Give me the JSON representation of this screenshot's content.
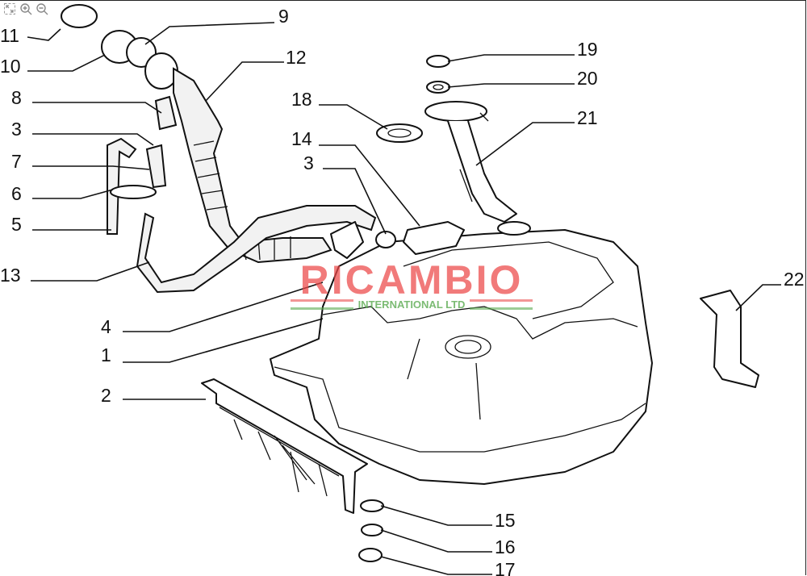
{
  "viewer_tools": [
    {
      "name": "fullscreen",
      "icon": "expand-icon"
    },
    {
      "name": "zoom-in",
      "icon": "zoom-in-icon"
    },
    {
      "name": "zoom-out",
      "icon": "zoom-out-icon"
    }
  ],
  "watermark": {
    "main": "RICAMBIO",
    "sub": "INTERNATIONAL LTD",
    "main_color": "#ec4646",
    "sub_color": "#5aaa50"
  },
  "labels": [
    "11",
    "10",
    "9",
    "12",
    "8",
    "3",
    "7",
    "6",
    "5",
    "13",
    "18",
    "14",
    "3",
    "19",
    "20",
    "21",
    "22",
    "4",
    "1",
    "2",
    "15",
    "16",
    "17"
  ]
}
